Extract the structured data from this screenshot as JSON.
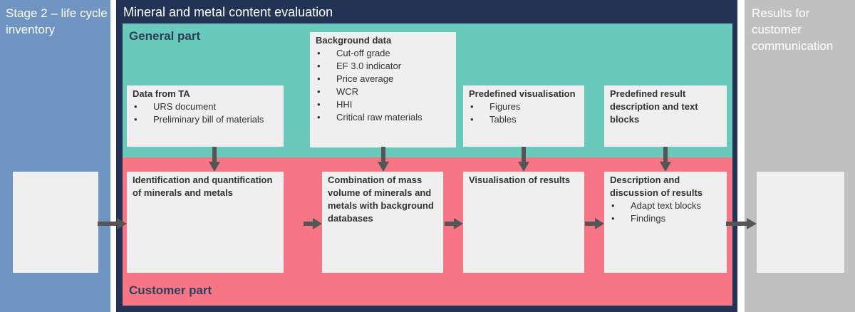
{
  "left_column": {
    "title": "Stage 2 – life cycle inventory"
  },
  "main": {
    "title": "Mineral and metal content evaluation",
    "general_label": "General part",
    "customer_label": "Customer part"
  },
  "right_column": {
    "title": "Results for customer communication"
  },
  "general_boxes": {
    "data_from_ta": {
      "title": "Data from TA",
      "items": [
        "URS document",
        "Preliminary bill of materials"
      ]
    },
    "background_data": {
      "title": "Background data",
      "items": [
        "Cut-off grade",
        "EF 3.0 indicator",
        "Price average",
        "WCR",
        "HHI",
        "Critical raw materials"
      ]
    },
    "predefined_visualisation": {
      "title": "Predefined visualisation",
      "items": [
        "Figures",
        "Tables"
      ]
    },
    "predefined_result": {
      "title": "Predefined result description and text blocks"
    }
  },
  "customer_boxes": {
    "identification": {
      "title": "Identification and quantification of minerals and metals"
    },
    "combination": {
      "title": "Combination of mass volume of minerals and metals with background databases"
    },
    "visualisation": {
      "title": "Visualisation of results"
    },
    "description": {
      "title": "Description and discussion of results",
      "items": [
        "Adapt text blocks",
        "Findings"
      ]
    }
  },
  "colors": {
    "stage_column": "#7094c2",
    "main_panel": "#223355",
    "general_band": "#69c9bb",
    "customer_band": "#f77685",
    "results_column": "#c0c0c0",
    "box": "#efefef",
    "arrow": "#555555"
  }
}
